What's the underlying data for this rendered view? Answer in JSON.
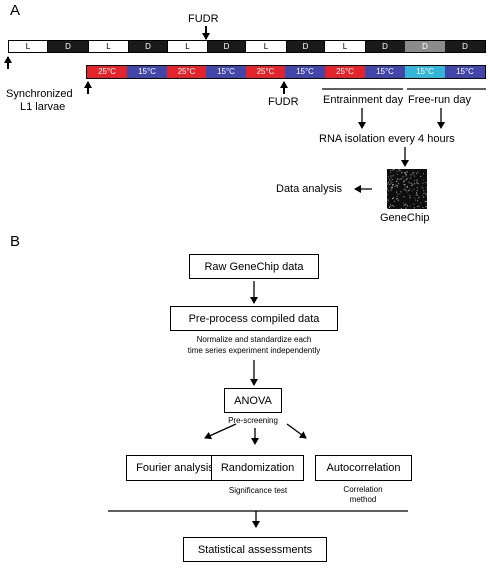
{
  "panel_a": {
    "label": "A",
    "fudr_label": "FUDR",
    "ld_segments": [
      "L",
      "D",
      "L",
      "D",
      "L",
      "D",
      "L",
      "D",
      "L",
      "D",
      "D",
      "D"
    ],
    "temp_segments": [
      "25°C",
      "15°C",
      "25°C",
      "15°C",
      "25°C",
      "15°C",
      "25°C",
      "15°C",
      "15°C",
      "15°C"
    ],
    "synchronized_label": "Synchronized",
    "larvae_label": "L1 larvae",
    "entrainment_label": "Entrainment day",
    "freerun_label": "Free-run day",
    "rna_label": "RNA isolation every 4 hours",
    "data_analysis_label": "Data analysis",
    "genechip_label": "GeneChip",
    "colors": {
      "warm": "#e3242b",
      "cool": "#4146a8",
      "cyan": "#35b6d6",
      "gray": "#8c8c8c",
      "dark": "#1a1a1a"
    }
  },
  "panel_b": {
    "label": "B",
    "raw_data": "Raw GeneChip data",
    "preprocess": "Pre-process compiled data",
    "normalize_line1": "Normalize and standardize each",
    "normalize_line2": "time series experiment independently",
    "anova": "ANOVA",
    "prescreening": "Pre-screening",
    "fourier": "Fourier analysis",
    "randomization": "Randomization",
    "significance": "Significance test",
    "autocorrelation": "Autocorrelation",
    "correlation_line1": "Correlation",
    "correlation_line2": "method",
    "statistical": "Statistical assessments"
  }
}
